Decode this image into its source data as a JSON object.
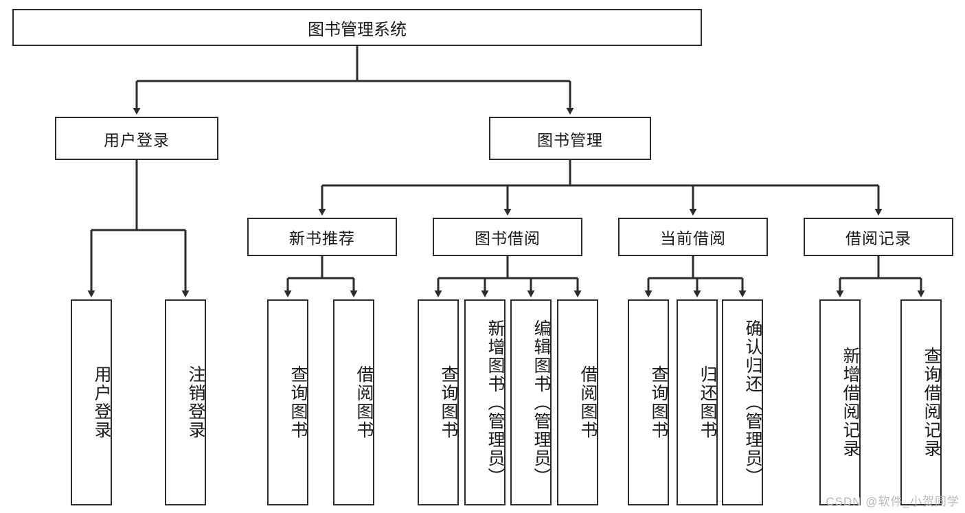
{
  "diagram": {
    "title": "图书管理系统",
    "type": "tree-hierarchy-chart",
    "watermark": "CSDN @软件_小贺同学",
    "colors": {
      "box_border": "#2b2b2b",
      "connector": "#2b2b2b",
      "background": "#ffffff",
      "text": "#1a1a1a",
      "watermark": "#b9b9b9"
    },
    "root": {
      "label": "图书管理系统"
    },
    "level2": [
      {
        "label": "用户登录"
      },
      {
        "label": "图书管理"
      }
    ],
    "level3": [
      {
        "label": "新书推荐"
      },
      {
        "label": "图书借阅"
      },
      {
        "label": "当前借阅"
      },
      {
        "label": "借阅记录"
      }
    ],
    "leaves": {
      "user_login": [
        {
          "label": "用户登录"
        },
        {
          "label": "注销登录"
        }
      ],
      "new_book_recommend": [
        {
          "label": "查询图书"
        },
        {
          "label": "借阅图书"
        }
      ],
      "book_borrow": [
        {
          "label": "查询图书"
        },
        {
          "label": "新增图书（管理员）"
        },
        {
          "label": "编辑图书（管理员）"
        },
        {
          "label": "借阅图书"
        }
      ],
      "current_borrow": [
        {
          "label": "查询图书"
        },
        {
          "label": "归还图书"
        },
        {
          "label": "确认归还（管理员）"
        }
      ],
      "borrow_record": [
        {
          "label": "新增借阅记录"
        },
        {
          "label": "查询借阅记录"
        }
      ]
    }
  }
}
